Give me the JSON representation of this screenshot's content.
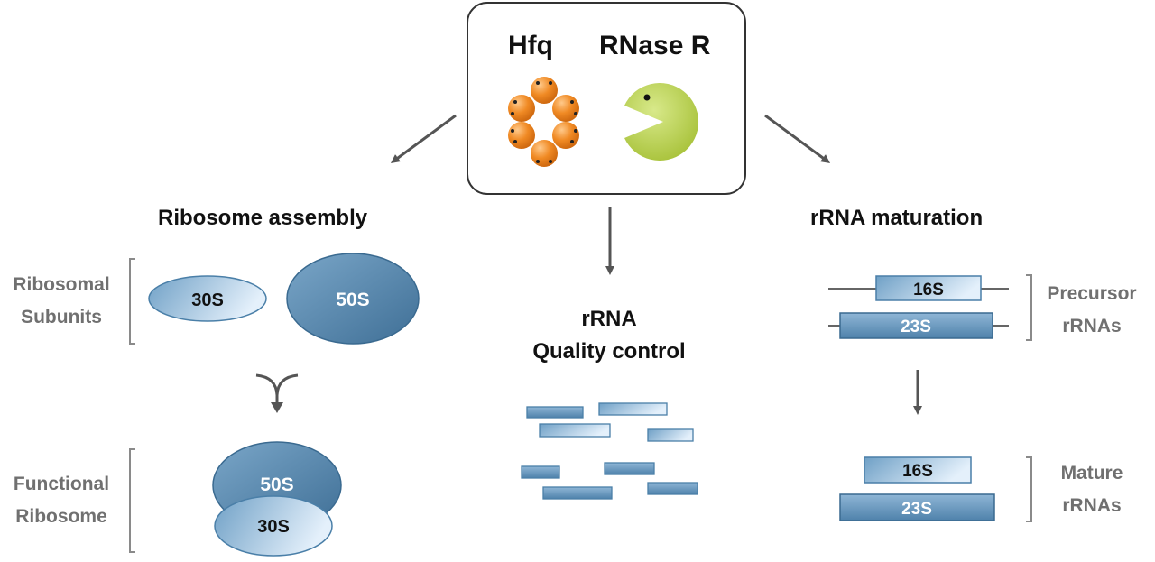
{
  "proteins": {
    "hfq": "Hfq",
    "rnase_r": "RNase R"
  },
  "branches": {
    "ribosome_assembly": {
      "title": "Ribosome assembly",
      "subunits_label": [
        "Ribosomal",
        "Subunits"
      ],
      "functional_label": [
        "Functional",
        "Ribosome"
      ],
      "subunit_small": "30S",
      "subunit_large": "50S"
    },
    "quality_control": {
      "title_line1": "rRNA",
      "title_line2": "Quality control"
    },
    "rrna_maturation": {
      "title": "rRNA maturation",
      "precursor_label": [
        "Precursor",
        "rRNAs"
      ],
      "mature_label": [
        "Mature",
        "rRNAs"
      ],
      "rrna_16s": "16S",
      "rrna_23s": "23S"
    }
  },
  "colors": {
    "hfq_orange": "#f08a24",
    "rnase_green": "#b5cf44",
    "subunit_blue_dark": "#4a7fa8",
    "subunit_blue_light": "#cde2f4",
    "arrow_grey": "#555555",
    "bracket_grey": "#8a8a8a"
  }
}
